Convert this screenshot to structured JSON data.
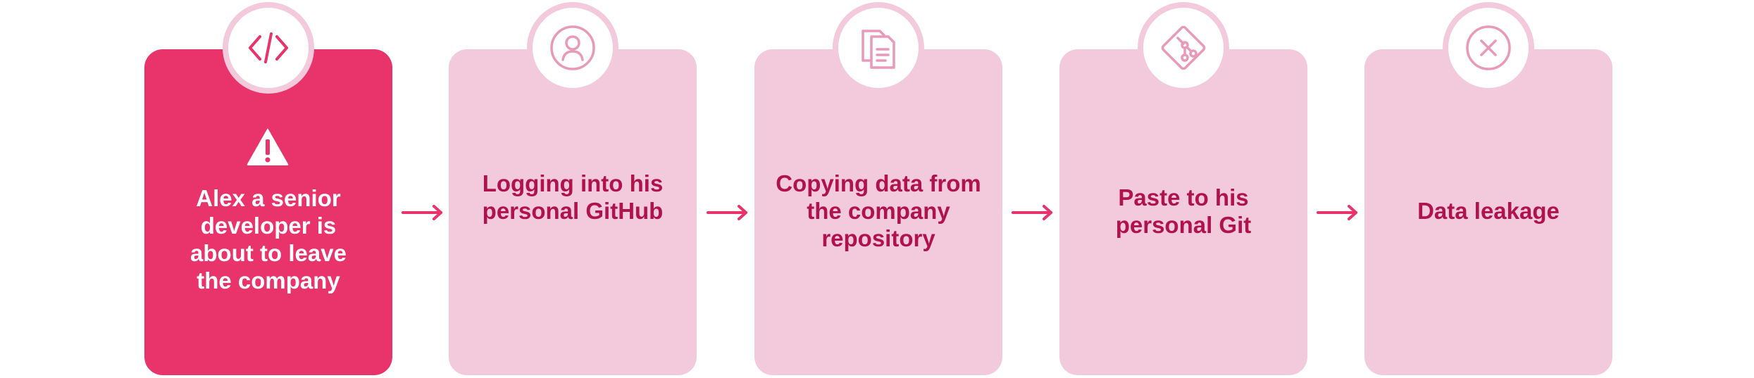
{
  "steps": [
    {
      "label": "Alex a senior developer is about to leave the company",
      "icon": "code-icon",
      "badge_icon": "warning-icon",
      "active": true
    },
    {
      "label": "Logging into his personal GitHub",
      "icon": "user-icon",
      "active": false
    },
    {
      "label": "Copying data from the company repository",
      "icon": "copy-icon",
      "active": false
    },
    {
      "label": "Paste to his personal Git",
      "icon": "git-icon",
      "active": false
    },
    {
      "label": "Data leakage",
      "icon": "close-circle-icon",
      "active": false
    }
  ],
  "colors": {
    "active_card": "#e8336b",
    "inactive_card": "#f3cadb",
    "text_dark": "#b0124c",
    "text_light": "#ffffff",
    "icon_active": "#e8336b",
    "icon_inactive": "#e89ab8",
    "arrow": "#e8336b"
  }
}
